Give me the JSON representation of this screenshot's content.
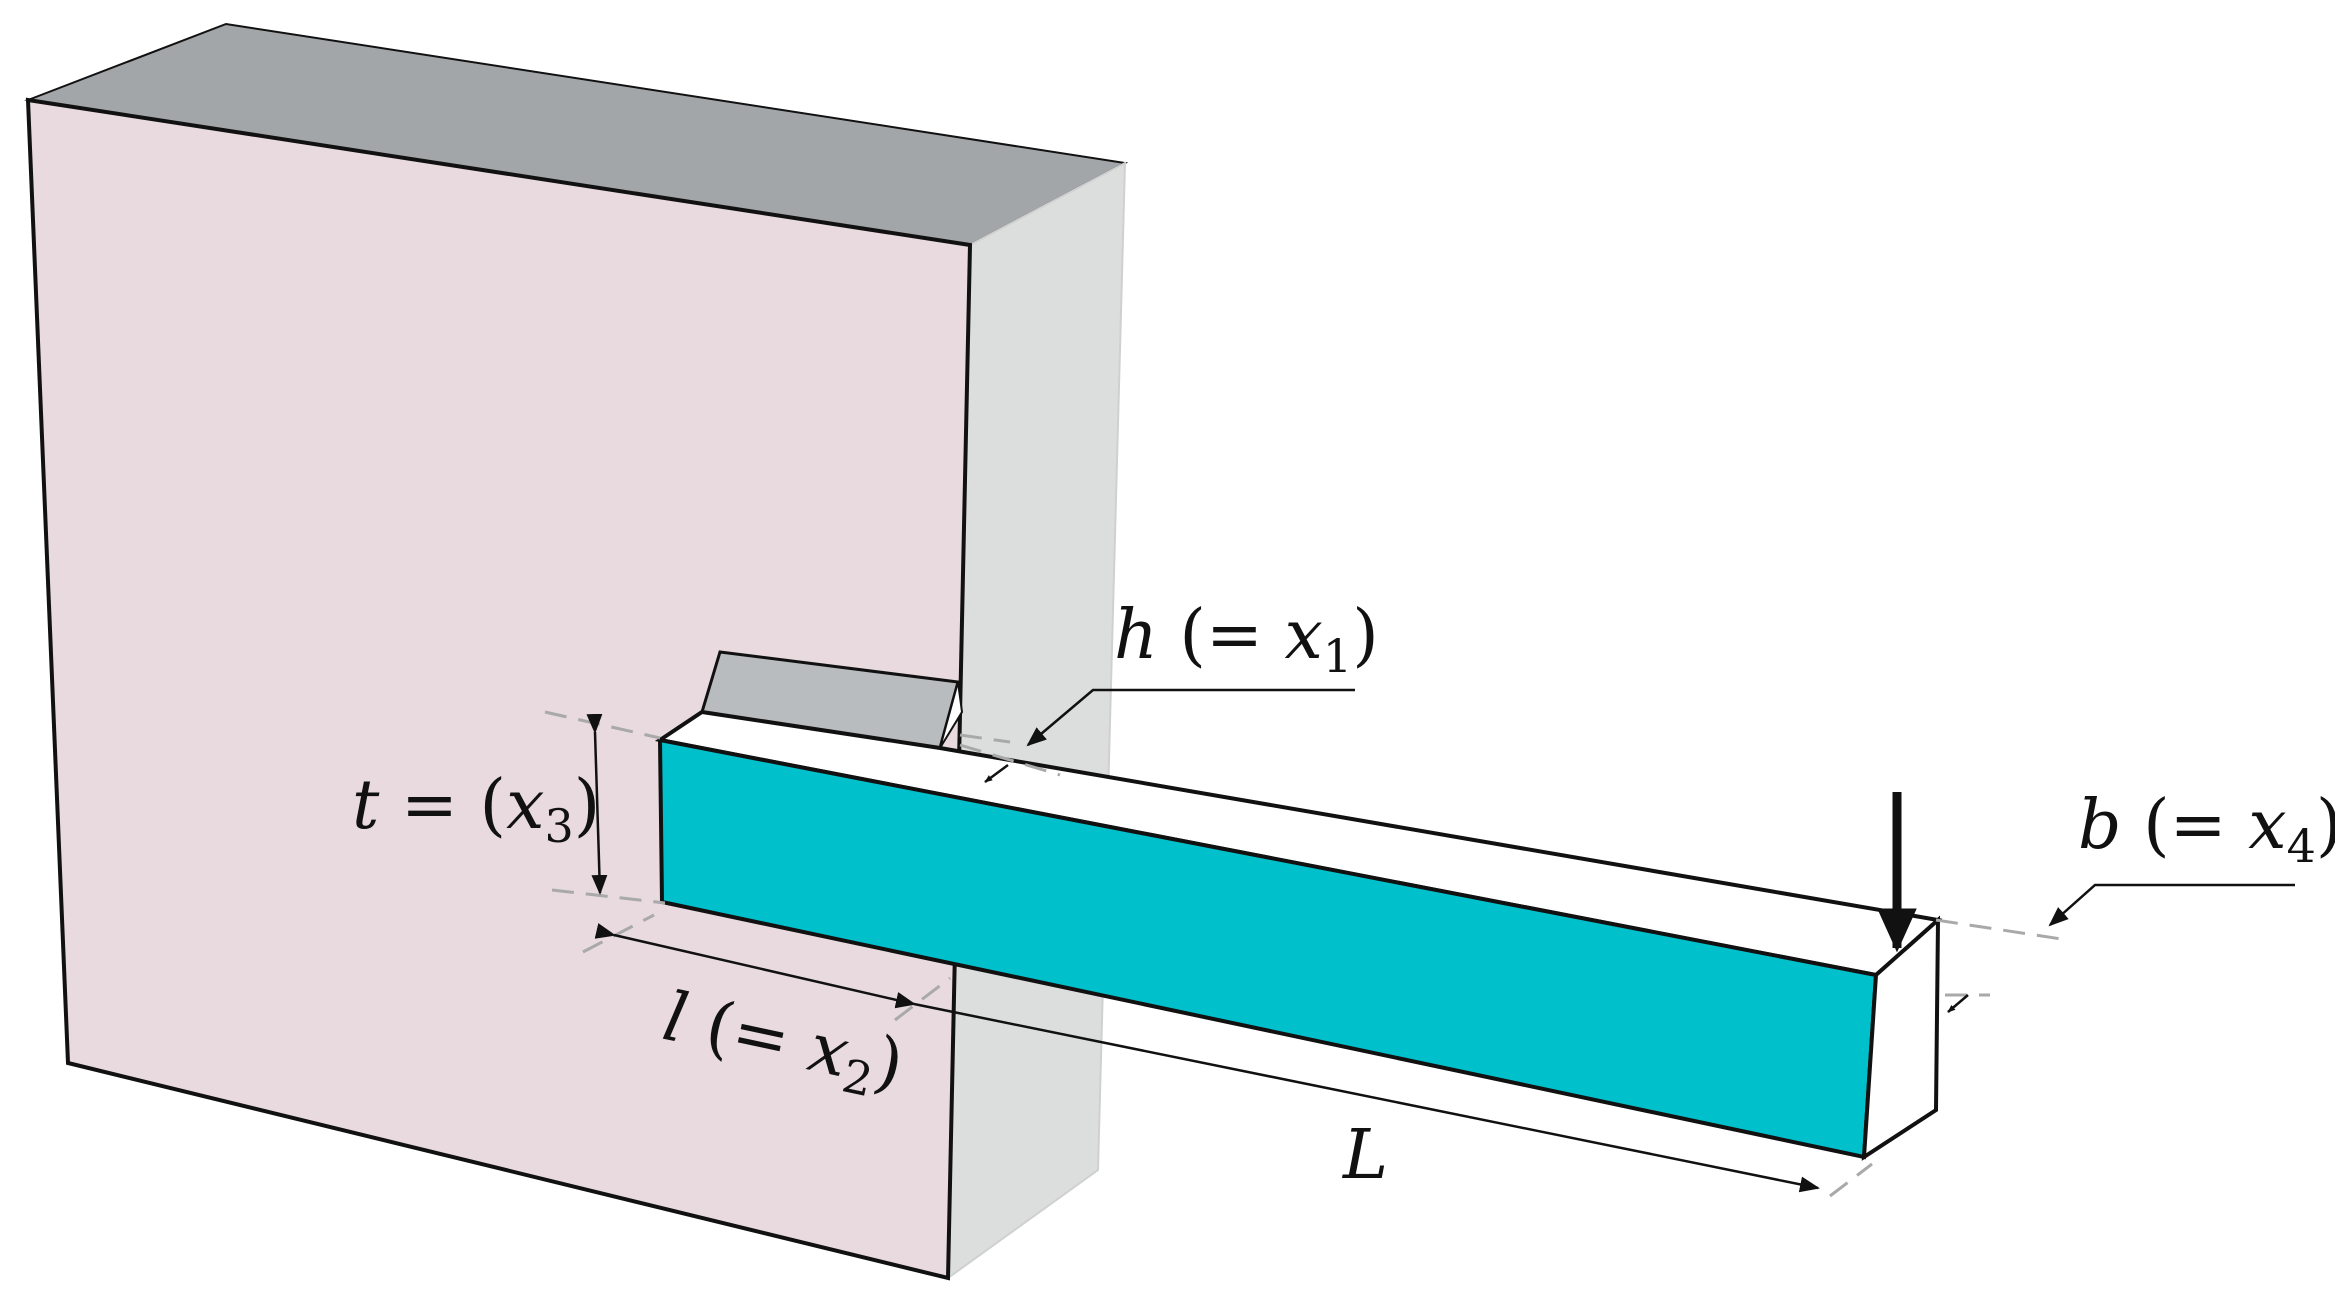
{
  "colors": {
    "wall_front": "#e8dade",
    "wall_top": "#a3a6a8",
    "wall_side": "#dcdddd",
    "beam_front": "#00c0cc",
    "beam_top": "#ffffff",
    "weld": "#b9bcbe",
    "outline": "#111111",
    "dash": "#a9a9a9"
  },
  "labels": {
    "h": {
      "sym": "h",
      "open": " (= ",
      "var": "x",
      "idx": "1",
      "close": ")"
    },
    "l": {
      "sym": "l",
      "open": " (= ",
      "var": "x",
      "idx": "2",
      "close": ")"
    },
    "t": {
      "sym": "t",
      "open": " = (",
      "var": "x",
      "idx": "3",
      "close": ")"
    },
    "b": {
      "sym": "b",
      "open": " (= ",
      "var": "x",
      "idx": "4",
      "close": ")"
    },
    "L": "L"
  }
}
